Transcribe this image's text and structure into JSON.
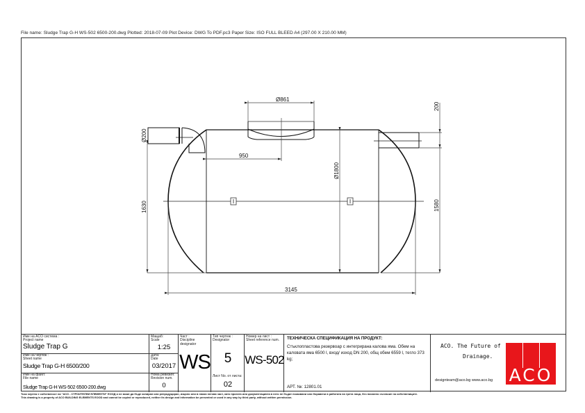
{
  "plot_header": "File name: Sludge Trap G-H WS-502 6500-200.dwg   Plotted: 2018-07-09   Plot Device: DWG To PDF.pc3   Paper Size: ISO FULL BLEED A4 (297.00 X 210.00 MM)",
  "drawing": {
    "dimensions": {
      "manhole_diameter": "Ø861",
      "inlet_diameter": "Ø200",
      "outlet_drop": "200",
      "inlet_offset": "950",
      "tank_diameter": "Ø1800",
      "inlet_height": "1630",
      "outlet_height": "1580",
      "overall_length": "3145"
    },
    "colors": {
      "line": "#111111",
      "dim_line": "#555555"
    }
  },
  "title_block": {
    "project": {
      "label_bg": "Име на ACO система :",
      "label_en": "Project name",
      "value": "Sludge Trap G"
    },
    "sheet": {
      "label_bg": "Име на чертеж :",
      "label_en": "Sheet name",
      "value": "Sludge Trap G-H 6500/200"
    },
    "file": {
      "label_bg": "Име на файл:",
      "label_en": "File name",
      "value": "Sludge Trap G-H WS-502 6500-200.dwg"
    },
    "scale": {
      "label_bg": "Мащаб:",
      "label_en": "Scale",
      "value": "1:25"
    },
    "date": {
      "label_bg": "Дата:",
      "label_en": "Date",
      "value": "03/2017"
    },
    "revision": {
      "label_bg": "Нома ревизия:",
      "label_en": "Revision num.",
      "value": "0"
    },
    "discipline": {
      "label_bg": "Част :",
      "label_en": "Discipline designator",
      "value": "WS"
    },
    "designator": {
      "label_bg": "Тип чертеж :",
      "label_en": "Designator",
      "value": "5"
    },
    "sheet_no": {
      "label": "Лист No. от листа:",
      "value": "02"
    },
    "sheet_ref": {
      "label_bg": "Номер на лист :",
      "label_en": "Sheet reference num.",
      "value": "WS-502"
    },
    "spec": {
      "title": "ТЕХНИЧЕСКА СПЕЦИФИКАЦИЯ НА ПРОДУКТ:",
      "body": "Стъклопластова резервоар с интегрирана калова яма. Обем на каловата яма 6500 l, вход/ изход DN 200, общ обем 6559 l, тегло 373 kg;",
      "article": "АРТ. №: 12801.01"
    },
    "company": {
      "slogan_line1": "ACO. The Future of",
      "slogan_line2": "Drainage.",
      "contact": "designteam@aco.bg  www.aco.bg",
      "logo_text": "ACO",
      "brand_color": "#e8161b"
    }
  },
  "footer": {
    "line_bg": "Този чертеж е собственост на \"ACO - СТРОИТЕЛНИ ЕЛЕМЕНТИ\" ЕООД и не може да бъде копиран или репродуциран, изцяло или в някоя негова част, като проекта или документацията в него не бъдат показвани или боравени в работата на трети лица, без писмено съгласие на собствениците.",
    "line_en": "This drawing is a property of ACO BUILDING ELEMENTS EOOD and cannot be copied or reproduced, neither its design and information be presented or used in any way by third party, without written permission."
  }
}
